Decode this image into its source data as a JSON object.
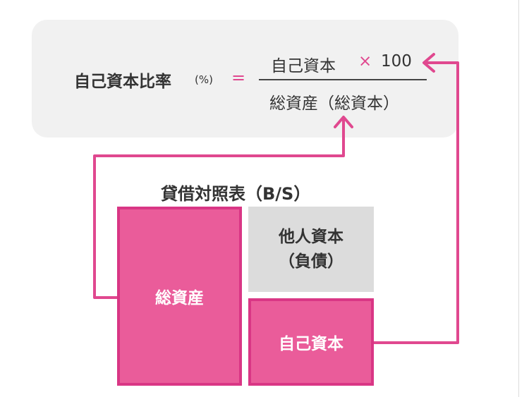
{
  "formula": {
    "label": "自己資本比率",
    "unit": "(%)",
    "equals": "=",
    "numerator": "自己資本",
    "times": "×",
    "multiplier": "100",
    "denominator": "総資産（総資本）"
  },
  "balance_sheet": {
    "title": "貸借対照表（B/S）",
    "total_assets": "総資産",
    "liabilities_line1": "他人資本",
    "liabilities_line2": "（負債）",
    "equity": "自己資本"
  },
  "colors": {
    "accent": "#e0488f",
    "block_fill": "#ea5c9a",
    "block_border": "#d93685",
    "panel": "#f1f1f1",
    "liabilities_fill": "#dcdcdc"
  }
}
